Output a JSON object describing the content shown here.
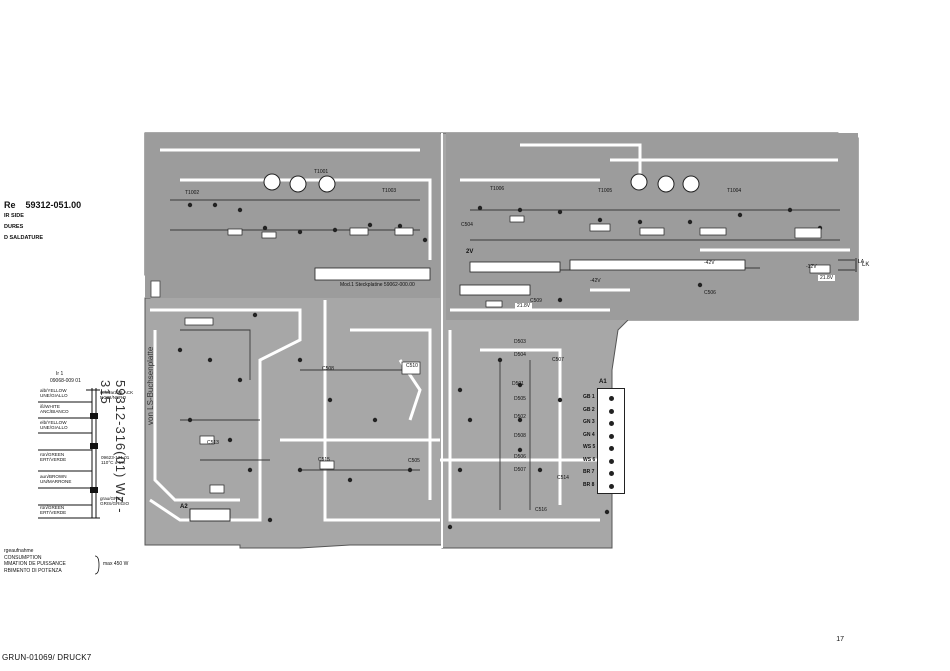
{
  "header": {
    "part_prefix": "Re",
    "part_number": "59312-051.00",
    "lines": [
      "IR SIDE",
      "DURES",
      "D SALDATURE"
    ]
  },
  "legend": {
    "ref_a": "Ir 1",
    "ref_b": "09068-009 01",
    "left_column": [
      "alb/YELLOW\nUNE/GIALLO",
      "iß/WHITE\nANC/BIANCO",
      "elb/YELLOW\nUNE/GIALLO",
      "rün/GREEN\nERT/VERDE",
      "aun/BROWN\nUN/MARRONE",
      "rün/GREEN\nERT/VERDE"
    ],
    "right_column": [
      "schwarz/BLACK\nNOIR/NERO",
      "09623-121 01\n110°C ± 5%",
      "grau/GREY\nGRIS/GRIGIO"
    ]
  },
  "power": {
    "lines": [
      "rgeaufnahme",
      "CONSUMPTION",
      "MMATION DE PUISSANCE",
      "RBIMENTO DI POTENZA"
    ],
    "value": "max 450 W"
  },
  "board": {
    "vertical_label_a": "59312-316(01) Wz - 315",
    "vertical_label_b": "von LS-Buchsenplatte",
    "ic_label": "Mod.1 Steckplatine 59062-000.00",
    "voltages": [
      "2V",
      "-42V",
      "-42V",
      "21.8V",
      "21.8V",
      "-12V"
    ],
    "connector_label": "A1",
    "connector_rows": [
      "GB 1",
      "GB 2",
      "GN 3",
      "GN 4",
      "WS 5",
      "WS 6",
      "BR 7",
      "BR 8"
    ],
    "connector_a2": "A2",
    "lk_label": "LK",
    "la_label": "LA",
    "transistors": [
      "T1002",
      "T1001",
      "T1003",
      "T1006",
      "T1005",
      "T1004"
    ],
    "caps": [
      "C508",
      "C510",
      "C515",
      "C505",
      "C506",
      "C509",
      "C516",
      "C507",
      "C514",
      "C504",
      "C513"
    ],
    "diodes": [
      "D503",
      "D504",
      "D501",
      "D505",
      "D502",
      "D506",
      "D508",
      "D507"
    ]
  },
  "page_number": "17",
  "footer": "GRUN-01069/ DRUCK7"
}
